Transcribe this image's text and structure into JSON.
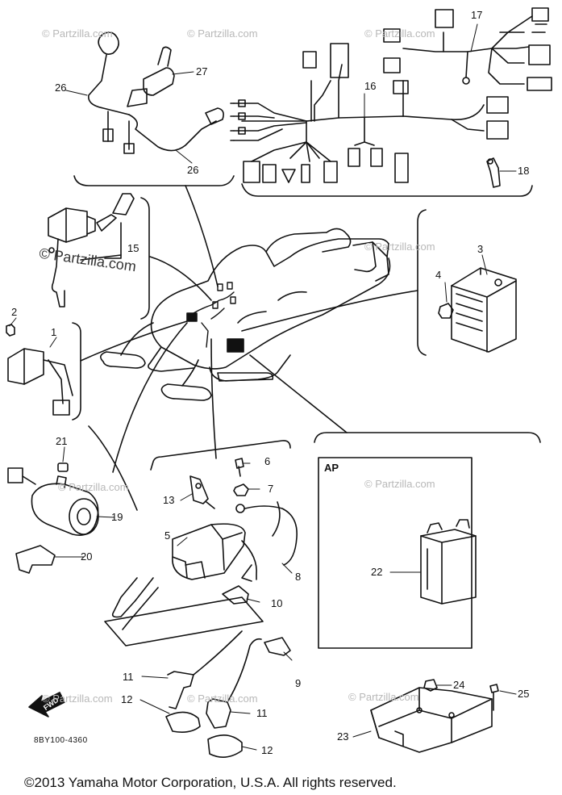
{
  "diagram": {
    "drawing_code": "8BY100-4360",
    "copyright": "©2013  Yamaha Motor Corporation, U.S.A. All rights reserved.",
    "ap_label": "AP",
    "fwd_label": "FWD",
    "watermark_small": "© Partzilla.com",
    "watermark_large": "© Partzilla.com",
    "callouts": {
      "c1": "1",
      "c2": "2",
      "c3": "3",
      "c4": "4",
      "c5": "5",
      "c6": "6",
      "c7": "7",
      "c8": "8",
      "c9": "9",
      "c10": "10",
      "c11a": "11",
      "c11b": "11",
      "c12a": "12",
      "c12b": "12",
      "c13": "13",
      "c15": "15",
      "c16": "16",
      "c17": "17",
      "c18": "18",
      "c19": "19",
      "c20": "20",
      "c21": "21",
      "c22": "22",
      "c23": "23",
      "c24": "24",
      "c25": "25",
      "c26a": "26",
      "c26b": "26",
      "c27": "27"
    }
  }
}
